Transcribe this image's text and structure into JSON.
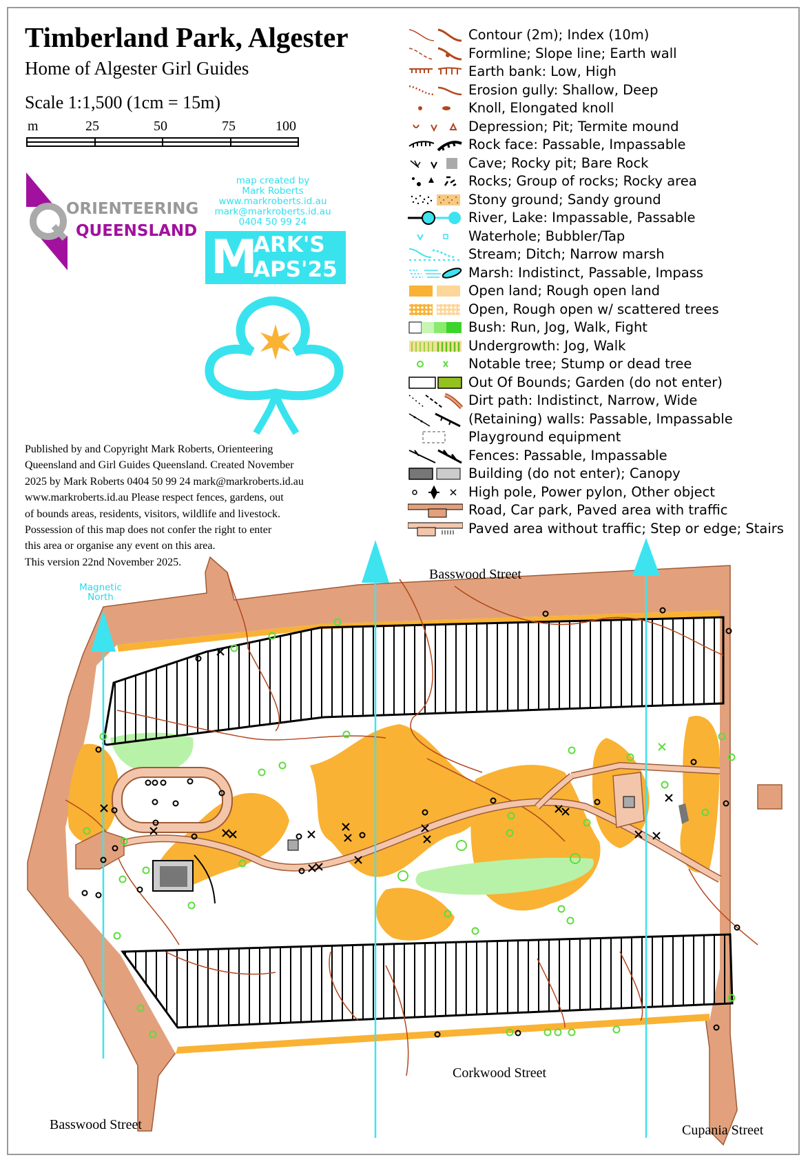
{
  "map": {
    "title": "Timberland Park, Algester",
    "subtitle": "Home of Algester Girl Guides",
    "scale": "Scale 1:1,500  (1cm = 15m)",
    "scale_units": [
      "m",
      "25",
      "50",
      "75",
      "100"
    ],
    "magnetic_north": [
      "Magnetic",
      "North"
    ]
  },
  "legend": [
    "Contour (2m); Index (10m)",
    "Formline; Slope line; Earth wall",
    "Earth bank: Low, High",
    "Erosion gully: Shallow, Deep",
    "Knoll, Elongated knoll",
    "Depression; Pit; Termite mound",
    "Rock face: Passable, Impassable",
    "Cave; Rocky pit; Bare Rock",
    "Rocks; Group of rocks; Rocky area",
    "Stony ground; Sandy ground",
    "River, Lake: Impassable, Passable",
    "Waterhole; Bubbler/Tap",
    "Stream; Ditch; Narrow marsh",
    "Marsh: Indistinct, Passable, Impass",
    "Open land; Rough open land",
    "Open, Rough open w/ scattered trees",
    "Bush: Run, Jog, Walk, Fight",
    "Undergrowth: Jog, Walk",
    "Notable tree; Stump or dead tree",
    "Out Of Bounds; Garden (do not enter)",
    "Dirt path: Indistinct, Narrow, Wide",
    "(Retaining) walls: Passable, Impassable",
    "Playground equipment",
    "Fences: Passable, Impassable",
    "Building (do not enter); Canopy",
    "High pole, Power pylon, Other object",
    "Road, Car park, Paved area with traffic",
    "Paved area without traffic; Step or edge; Stairs"
  ],
  "logos": {
    "oq_line1": "ORIENTEERING",
    "oq_line2": "QUEENSLAND",
    "mm_credit": [
      "map created by",
      "Mark Roberts",
      "www.markroberts.id.au",
      "mark@markroberts.id.au",
      "0404 50 99 24"
    ],
    "mm_logo_line1": "ARK'S",
    "mm_logo_line2": "APS'25",
    "mm_logo_big": "M"
  },
  "credits": [
    "Published by and Copyright Mark Roberts, Orienteering",
    "Queensland and Girl Guides Queensland. Created November",
    "2025 by Mark Roberts 0404 50 99 24 mark@markroberts.id.au",
    "www.markroberts.id.au Please respect fences, gardens, out",
    "of bounds areas, residents, visitors, wildlife and livestock.",
    "Possession of this map does not confer the right to enter",
    "this area or organise any event on this area.",
    "This version 22nd November 2025."
  ],
  "streets": {
    "top": "Basswood Street",
    "bottom_left": "Basswood Street",
    "bottom_mid": "Corkwood Street",
    "bottom_right": "Cupania Street"
  },
  "colors": {
    "road": "#e2a17c",
    "open": "#f9b233",
    "bush_light": "#b8f2a8",
    "water": "#3ee3f0",
    "contour": "#b3471e",
    "purple": "#a1119e",
    "tree": "#5edc3c"
  }
}
